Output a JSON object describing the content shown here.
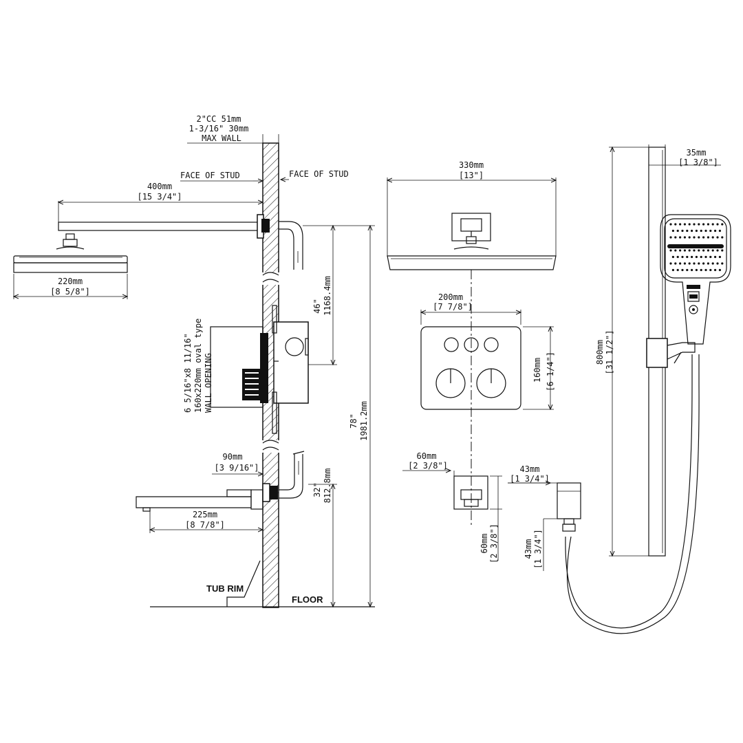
{
  "labels": {
    "cc": "2\"CC 51mm",
    "max_wall_a": "1-3/16\" 30mm",
    "max_wall_b": "MAX WALL",
    "face_of_stud_left": "FACE OF STUD",
    "face_of_stud_right": "FACE OF STUD",
    "arm_mm": "400mm",
    "arm_in": "[15 3/4\"]",
    "head_mm": "220mm",
    "head_in": "[8 5/8\"]",
    "h46_in": "46\"",
    "h46_mm": "1168.4mm",
    "h78_in": "78\"",
    "h78_mm": "1981.2mm",
    "h32_in": "32\"",
    "h32_mm": "812.8mm",
    "opening_1": "6 5/16\"x8 11/16\"",
    "opening_2": "160x220mm oval type",
    "opening_3": "WALL OPENING",
    "spout_proj_mm": "90mm",
    "spout_proj_in": "[3 9/16\"]",
    "spout_len_mm": "225mm",
    "spout_len_in": "[8 7/8\"]",
    "tub_rim": "TUB RIM",
    "floor": "FLOOR",
    "head_top_mm": "330mm",
    "head_top_in": "[13\"]",
    "plate_w_mm": "200mm",
    "plate_w_in": "[7 7/8\"]",
    "plate_h_mm": "160mm",
    "plate_h_in": "[6 1/4\"]",
    "outlet_w_mm": "60mm",
    "outlet_w_in": "[2 3/8\"]",
    "outlet_h_mm": "60mm",
    "outlet_h_in": "[2 3/8\"]",
    "bar_w_mm": "35mm",
    "bar_w_in": "[1 3/8\"]",
    "bar_len_mm": "800mm",
    "bar_len_in": "[31 1/2\"]",
    "elbow_w_mm": "43mm",
    "elbow_w_in": "[1 3/4\"]",
    "elbow_h_mm": "43mm",
    "elbow_h_in": "[1 3/4\"]"
  },
  "icons": {
    "rain_head": "rain-shower-head-icon",
    "valve": "valve-body-icon",
    "tub_spout": "tub-spout-icon",
    "hand_shower": "hand-shower-icon",
    "slide_bar": "slide-bar-icon",
    "hose": "hose-icon"
  }
}
